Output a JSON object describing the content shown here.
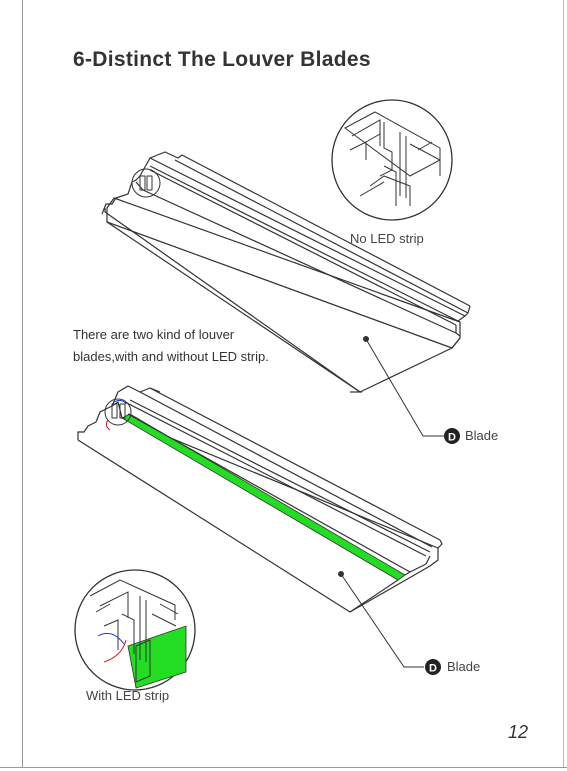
{
  "title": "6-Distinct The Louver Blades",
  "description": {
    "line1": "There are two kind of louver",
    "line2": "blades,with and without LED strip."
  },
  "detail_top_caption": "No LED strip",
  "detail_bottom_caption": "With LED strip",
  "callouts": [
    {
      "badge": "D",
      "label": "Blade"
    },
    {
      "badge": "D",
      "label": "Blade"
    }
  ],
  "page_number": "12",
  "colors": {
    "led_strip": "#22dd22",
    "line": "#333333",
    "wire_red": "#d21e1e",
    "wire_blue": "#1e3cd2"
  }
}
